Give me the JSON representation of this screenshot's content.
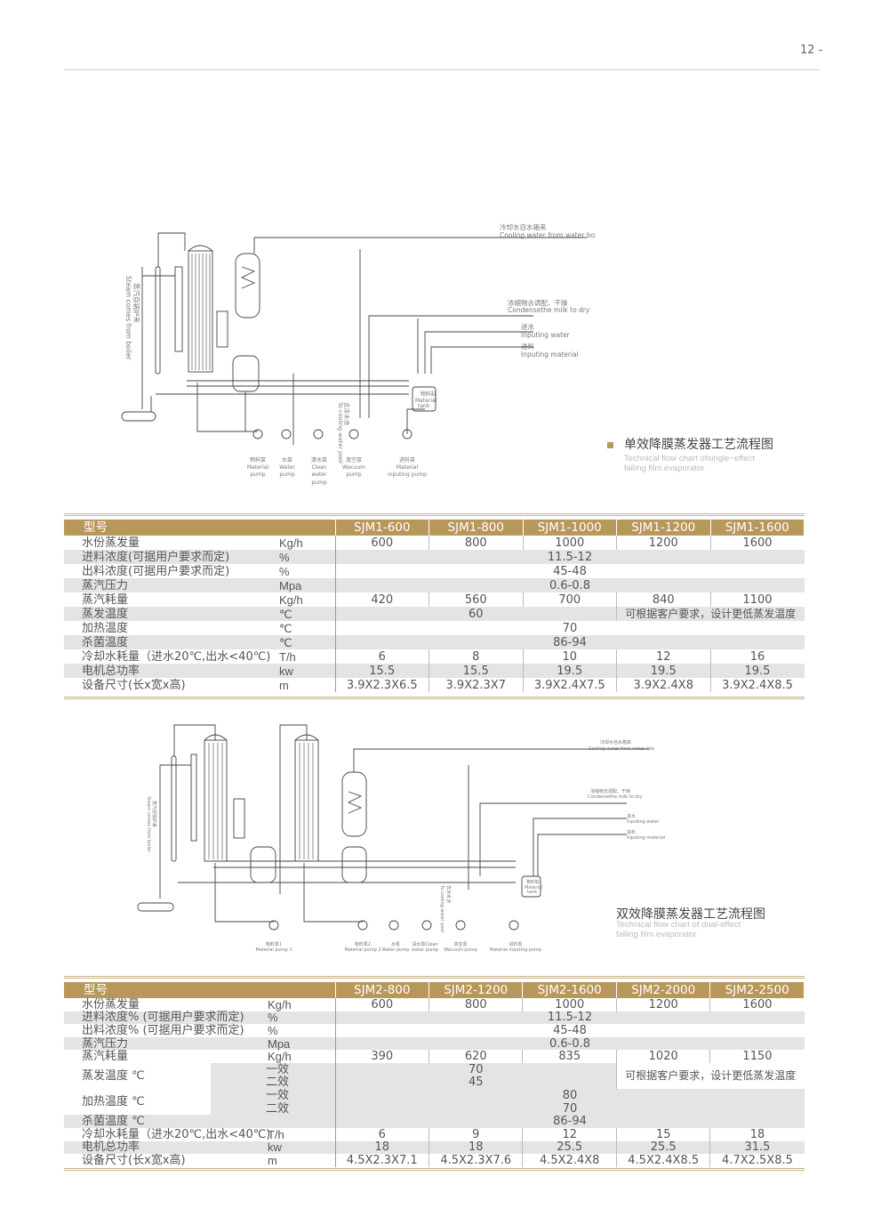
{
  "page_number": "12 -",
  "diagram1": {
    "title_cn": "单效降膜蒸发器工艺流程图",
    "title_en_1": "Technical flow chart ofsingle−effect",
    "title_en_2": "falling film evaporator",
    "steam_cn": "蒸汽自锅炉来",
    "steam_en": "Steam comes from boiler",
    "cooling_cn": "冷却水自水箱来",
    "cooling_en": "Cooling water from water box",
    "condensed_cn": "浓缩物去调配、干燥",
    "condensed_en": "Condensethe milk to dry",
    "water_cn": "进水",
    "water_en": "Inputing water",
    "material_cn": "进料",
    "material_en": "Inputing material",
    "tank_cn": "物料缸",
    "tank_en1": "Material",
    "tank_en2": "tank",
    "pool_cn": "去凉水池",
    "pool_en": "To cooling water pool",
    "pumps": [
      {
        "cn": "物料泵",
        "en1": "Material",
        "en2": "pump",
        "en3": ""
      },
      {
        "cn": "水泵",
        "en1": "Water",
        "en2": "pump",
        "en3": ""
      },
      {
        "cn": "清水泵",
        "en1": "Clean",
        "en2": "water",
        "en3": "pump"
      },
      {
        "cn": "真空泵",
        "en1": "Wacuum",
        "en2": "pump",
        "en3": ""
      },
      {
        "cn": "进料泵",
        "en1": "Material",
        "en2": "inputing pump",
        "en3": ""
      }
    ]
  },
  "table1": {
    "header": [
      "型号",
      "SJM1-600",
      "SJM1-800",
      "SJM1-1000",
      "SJM1-1200",
      "SJM1-1600"
    ],
    "rows": [
      {
        "label": "水份蒸发量",
        "unit": "Kg/h",
        "values": [
          "600",
          "800",
          "1000",
          "1200",
          "1600"
        ]
      },
      {
        "label": "进料浓度(可据用户要求而定)",
        "unit": "%",
        "value": "11.5-12"
      },
      {
        "label": "出料浓度(可据用户要求而定)",
        "unit": "%",
        "value": "45-48"
      },
      {
        "label": "蒸汽压力",
        "unit": "Mpa",
        "value": "0.6-0.8"
      },
      {
        "label": "蒸汽耗量",
        "unit": "Kg/h",
        "values": [
          "420",
          "560",
          "700",
          "840",
          "1100"
        ]
      },
      {
        "label": "蒸发温度",
        "unit": "℃",
        "value": "60",
        "note": "可根据客户要求，设计更低蒸发温度"
      },
      {
        "label": "加热温度",
        "unit": "℃",
        "value": "70"
      },
      {
        "label": "杀菌温度",
        "unit": "℃",
        "value": "86-94"
      },
      {
        "label": "冷却水耗量（进水20℃,出水<40℃)",
        "unit": "T/h",
        "values": [
          "6",
          "8",
          "10",
          "12",
          "16"
        ]
      },
      {
        "label": "电机总功率",
        "unit": "kw",
        "values": [
          "15.5",
          "15.5",
          "19.5",
          "19.5",
          "19.5"
        ]
      },
      {
        "label": "设备尺寸(长x宽x高)",
        "unit": "m",
        "values": [
          "3.9X2.3X6.5",
          "3.9X2.3X7",
          "3.9X2.4X7.5",
          "3.9X2.4X8",
          "3.9X2.4X8.5"
        ]
      }
    ]
  },
  "diagram2": {
    "title_cn": "双效降膜蒸发器工艺流程图",
    "title_en_1": "Technical flow chart of dual-effect",
    "title_en_2": "falling film evaporator",
    "steam_cn": "蒸汽自锅炉来",
    "steam_en": "Steam comes from boiler",
    "cooling_cn": "冷却水自水箱来",
    "cooling_en": "Cooling water from water box",
    "condensed_cn": "浓缩物去调配、干燥",
    "condensed_en": "Condensethe milk to dry",
    "water_cn": "进水",
    "water_en": "Inputing water",
    "material_cn": "进料",
    "material_en": "Inputing material",
    "tank_cn": "物料缸",
    "tank_en1": "Material",
    "tank_en2": "tank",
    "pool_cn": "去凉水池",
    "pool_en": "To cooling water pool",
    "pumps": [
      {
        "cn": "物料泵1",
        "en": "Material pump 1"
      },
      {
        "cn": "物料泵2",
        "en": "Material pump 2"
      },
      {
        "cn": "水泵",
        "en": "Water pump"
      },
      {
        "cn": "清水泵Clean",
        "en": "water pump"
      },
      {
        "cn": "真空泵",
        "en": "Wacuum pump"
      },
      {
        "cn": "进料泵",
        "en": "Material inputing pump"
      }
    ]
  },
  "table2": {
    "header": [
      "型号",
      "SJM2-800",
      "SJM2-1200",
      "SJM2-1600",
      "SJM2-2000",
      "SJM2-2500"
    ],
    "rows": {
      "evap": {
        "label": "水份蒸发量",
        "unit": "Kg/h",
        "values": [
          "600",
          "800",
          "1000",
          "1200",
          "1600"
        ]
      },
      "feed": {
        "label": "进料浓度% (可据用户要求而定)",
        "unit": "%",
        "value": "11.5-12"
      },
      "out": {
        "label": "出料浓度% (可据用户要求而定)",
        "unit": "%",
        "value": "45-48"
      },
      "pressure": {
        "label": "蒸汽压力",
        "unit": "Mpa",
        "value": "0.6-0.8"
      },
      "steam": {
        "label": "蒸汽耗量",
        "unit": "Kg/h",
        "values": [
          "390",
          "620",
          "835",
          "1020",
          "1150"
        ]
      },
      "evap_temp": {
        "label": "蒸发温度 ℃",
        "first": "一效",
        "second": "二效",
        "first_value": "70",
        "second_value": "45",
        "note": "可根据客户要求，设计更低蒸发温度"
      },
      "heat_temp": {
        "label": "加热温度 ℃",
        "first": "一效",
        "second": "二效",
        "first_value": "80",
        "second_value": "70"
      },
      "steril": {
        "label": "杀菌温度 ℃",
        "value": "86-94"
      },
      "cooling": {
        "label": "冷却水耗量（进水20℃,出水<40℃)",
        "unit": "T/h",
        "values": [
          "6",
          "9",
          "12",
          "15",
          "18"
        ]
      },
      "power": {
        "label": "电机总功率",
        "unit": "kw",
        "values": [
          "18",
          "18",
          "25.5",
          "25.5",
          "31.5"
        ]
      },
      "size": {
        "label": "设备尺寸(长x宽x高)",
        "unit": "m",
        "values": [
          "4.5X2.3X7.1",
          "4.5X2.3X7.6",
          "4.5X2.4X8",
          "4.5X2.4X8.5",
          "4.7X2.5X8.5"
        ]
      }
    }
  },
  "colors": {
    "accent": "#b8975a",
    "row_shade": "#e4e4e4"
  }
}
